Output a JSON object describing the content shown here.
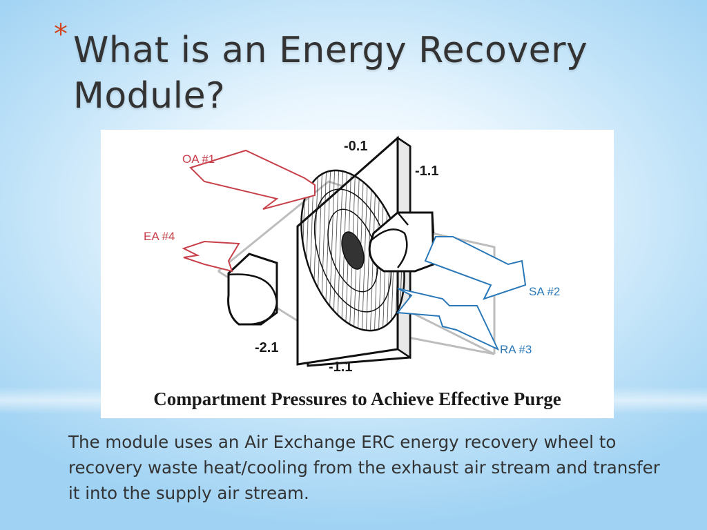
{
  "slide": {
    "bullet": "*",
    "title": "What is an Energy Recovery Module?",
    "body": "The module uses an Air Exchange ERC energy recovery wheel to recovery waste heat/cooling from the exhaust air stream and transfer it into the supply air stream."
  },
  "diagram": {
    "caption": "Compartment Pressures to Achieve Effective Purge",
    "pressures": {
      "top": "-0.1",
      "upper_right": "-1.1",
      "lower_left": "-2.1",
      "bottom": "-1.1"
    },
    "streams": {
      "outside_air": "OA #1",
      "exhaust_air": "EA #4",
      "supply_air": "SA #2",
      "return_air": "RA #3"
    },
    "colors": {
      "intake_exhaust": "#c8404a",
      "supply_return": "#2a78b8",
      "outline": "#111111",
      "duct": "#bdbdbd"
    }
  }
}
